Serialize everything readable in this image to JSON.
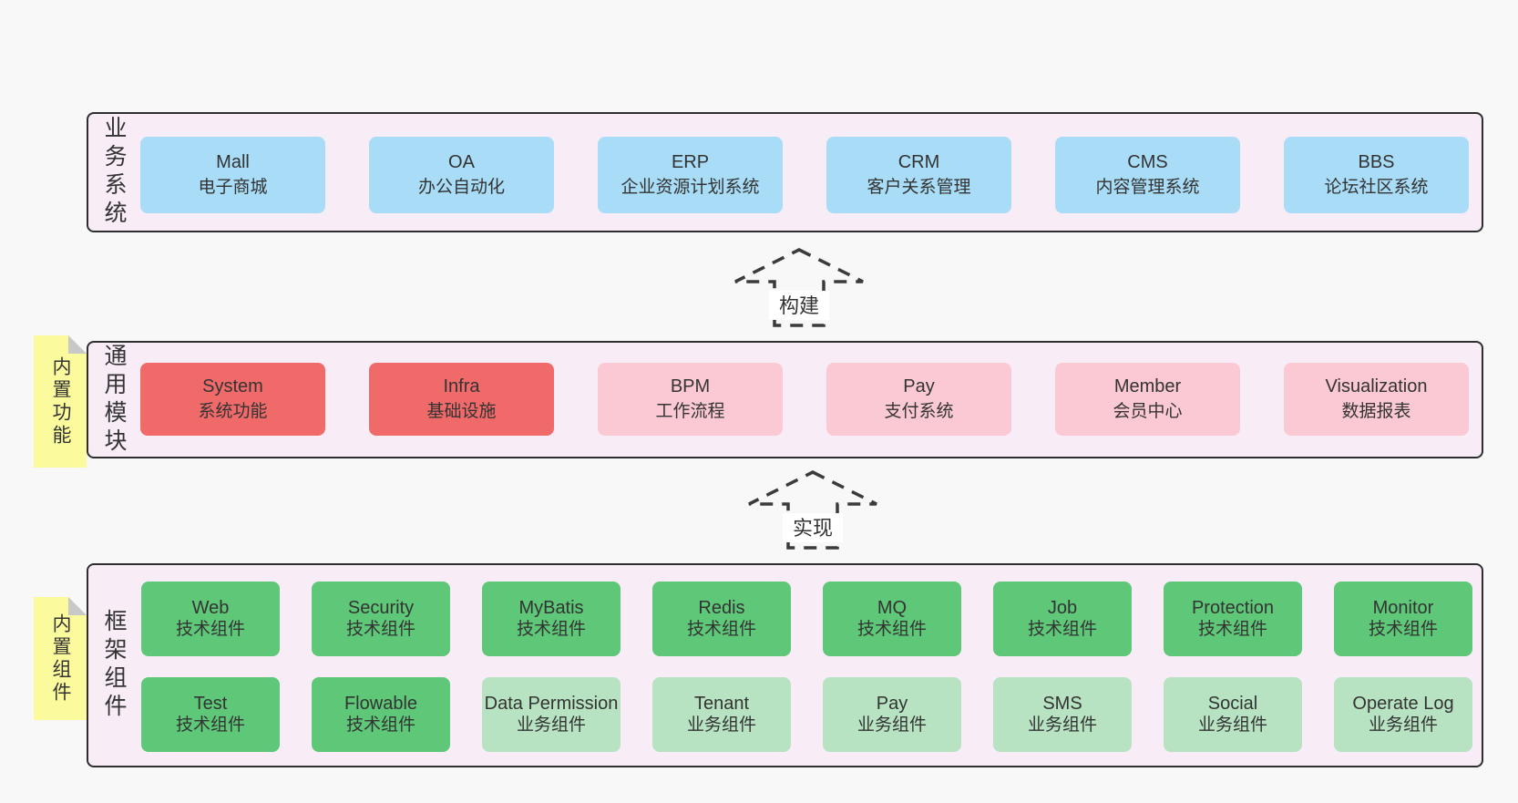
{
  "colors": {
    "page_bg": "#f8f8f8",
    "band_bg": "#f8edf6",
    "band_border": "#2e2e2e",
    "blue": "#a9dcf6",
    "red": "#f16a6a",
    "pink": "#fbc9d3",
    "green": "#5ec878",
    "lgreen": "#b7e3c3",
    "sticky_yellow": "#fbfb9d",
    "sticky_fold": "#c8c8c8",
    "text": "#333333",
    "arrow": "#3b3b3b"
  },
  "bands": {
    "business": {
      "label": "业务系统",
      "boxes": [
        {
          "name": "Mall",
          "desc": "电子商城"
        },
        {
          "name": "OA",
          "desc": "办公自动化"
        },
        {
          "name": "ERP",
          "desc": "企业资源计划系统"
        },
        {
          "name": "CRM",
          "desc": "客户关系管理"
        },
        {
          "name": "CMS",
          "desc": "内容管理系统"
        },
        {
          "name": "BBS",
          "desc": "论坛社区系统"
        }
      ]
    },
    "modules": {
      "label": "通用模块",
      "sticky": "内置功能",
      "boxes": [
        {
          "name": "System",
          "desc": "系统功能"
        },
        {
          "name": "Infra",
          "desc": "基础设施"
        },
        {
          "name": "BPM",
          "desc": "工作流程"
        },
        {
          "name": "Pay",
          "desc": "支付系统"
        },
        {
          "name": "Member",
          "desc": "会员中心"
        },
        {
          "name": "Visualization",
          "desc": "数据报表"
        }
      ]
    },
    "framework": {
      "label": "框架组件",
      "sticky": "内置组件",
      "rows": [
        [
          {
            "name": "Web",
            "desc": "技术组件"
          },
          {
            "name": "Security",
            "desc": "技术组件"
          },
          {
            "name": "MyBatis",
            "desc": "技术组件"
          },
          {
            "name": "Redis",
            "desc": "技术组件"
          },
          {
            "name": "MQ",
            "desc": "技术组件"
          },
          {
            "name": "Job",
            "desc": "技术组件"
          },
          {
            "name": "Protection",
            "desc": "技术组件"
          },
          {
            "name": "Monitor",
            "desc": "技术组件"
          }
        ],
        [
          {
            "name": "Test",
            "desc": "技术组件"
          },
          {
            "name": "Flowable",
            "desc": "技术组件"
          },
          {
            "name": "Data Permission",
            "desc": "业务组件"
          },
          {
            "name": "Tenant",
            "desc": "业务组件"
          },
          {
            "name": "Pay",
            "desc": "业务组件"
          },
          {
            "name": "SMS",
            "desc": "业务组件"
          },
          {
            "name": "Social",
            "desc": "业务组件"
          },
          {
            "name": "Operate Log",
            "desc": "业务组件"
          }
        ]
      ]
    }
  },
  "arrows": [
    {
      "label": "构建"
    },
    {
      "label": "实现"
    }
  ]
}
